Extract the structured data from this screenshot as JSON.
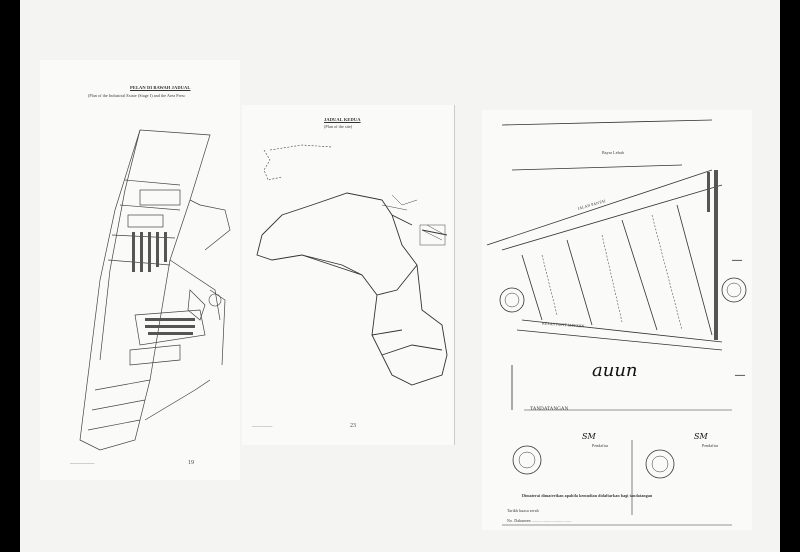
{
  "page1": {
    "title": "PELAN DI BAWAH JADUAL",
    "subtitle": "(Plan of the Industrial Estate (Stage I) and the Area Presc",
    "page_number": "19"
  },
  "page2": {
    "title": "JADUAL KEDUA",
    "subtitle": "(Plan of the site)",
    "page_number": "23"
  },
  "page3": {
    "top_text": "Bayar Lebuh",
    "road_label": "JALAN PANTAI",
    "bottom_road": "RESAS PUNT MEKDIN",
    "tandatangan": "TANDATANGAN",
    "pendaftar_left": "Pendaftar",
    "pendaftar_right": "Pendaftar",
    "footer_heading": "Dimaterai dimaterikan apabila kemudian didaftarkan bagi tandatangan",
    "footer_line1": "Tarikh kuasa serah",
    "footer_line2": "No. Dakumen ...................................."
  },
  "colors": {
    "paper": "#fafaf8",
    "ink": "#333333",
    "backdrop": "#000000"
  }
}
